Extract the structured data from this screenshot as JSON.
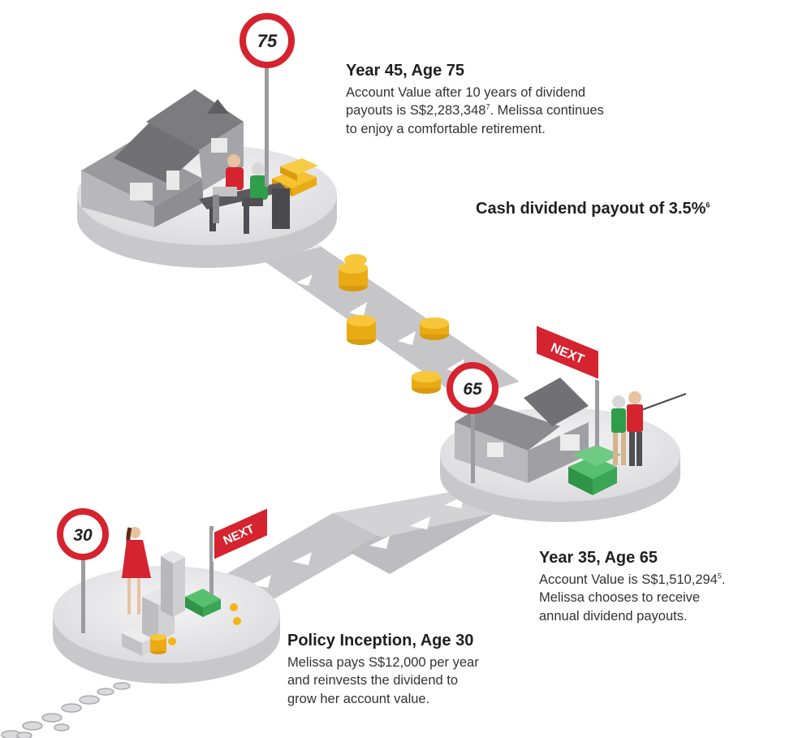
{
  "milestones": {
    "inception": {
      "title": "Policy Inception, Age 30",
      "line1": "Melissa pays S$12,000 per year",
      "line2": "and reinvests the dividend to",
      "line3": "grow her account value."
    },
    "age65": {
      "title": "Year 35, Age 65",
      "line1_pre": "Account Value is S$1,510,294",
      "line1_note": "5",
      "line1_post": ".",
      "line2": "Melissa chooses to receive",
      "line3": "annual dividend payouts."
    },
    "age75": {
      "title": "Year 45, Age 75",
      "line1": "Account Value after 10 years of dividend",
      "line2_pre": "payouts is S$2,283,348",
      "line2_note": "7",
      "line2_post": ". Melissa continues",
      "line3": "to enjoy a comfortable retirement."
    }
  },
  "payout_label": {
    "text": "Cash dividend payout of 3.5%",
    "note": "6"
  },
  "signs": {
    "age30": "30",
    "age65": "65",
    "age75": "75",
    "next": "NEXT"
  },
  "colors": {
    "accent": "#d5232f",
    "platform": "#e4e4e6",
    "road": "#c9c9cc",
    "gold": "#f2b516",
    "cash": "#3aa655"
  }
}
